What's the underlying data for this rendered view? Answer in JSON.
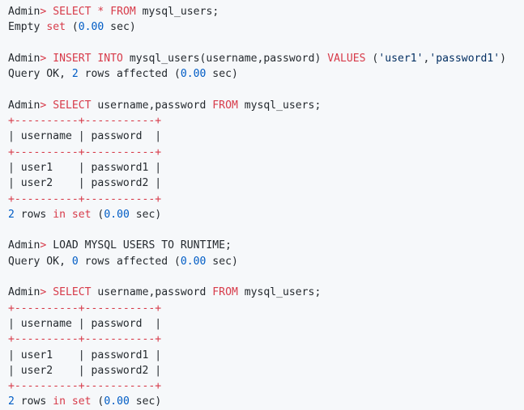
{
  "colors": {
    "background": "#f6f8fa",
    "text": "#24292e",
    "keyword": "#d73a49",
    "number": "#005cc5",
    "string": "#032f62"
  },
  "lines": [
    [
      {
        "t": "Admin"
      },
      {
        "t": ">",
        "k": "kw"
      },
      {
        "t": " "
      },
      {
        "t": "SELECT",
        "k": "kw"
      },
      {
        "t": " "
      },
      {
        "t": "*",
        "k": "kw"
      },
      {
        "t": " "
      },
      {
        "t": "FROM",
        "k": "kw"
      },
      {
        "t": " mysql_users;"
      }
    ],
    [
      {
        "t": "Empty "
      },
      {
        "t": "set",
        "k": "kw"
      },
      {
        "t": " ("
      },
      {
        "t": "0.00",
        "k": "num"
      },
      {
        "t": " sec)"
      }
    ],
    [],
    [
      {
        "t": "Admin"
      },
      {
        "t": ">",
        "k": "kw"
      },
      {
        "t": " "
      },
      {
        "t": "INSERT",
        "k": "kw"
      },
      {
        "t": " "
      },
      {
        "t": "INTO",
        "k": "kw"
      },
      {
        "t": " mysql_users(username,password) "
      },
      {
        "t": "VALUES",
        "k": "kw"
      },
      {
        "t": " ("
      },
      {
        "t": "'user1'",
        "k": "str"
      },
      {
        "t": ","
      },
      {
        "t": "'password1'",
        "k": "str"
      },
      {
        "t": ")"
      }
    ],
    [
      {
        "t": "Query OK, "
      },
      {
        "t": "2",
        "k": "num"
      },
      {
        "t": " rows affected ("
      },
      {
        "t": "0.00",
        "k": "num"
      },
      {
        "t": " sec)"
      }
    ],
    [],
    [
      {
        "t": "Admin"
      },
      {
        "t": ">",
        "k": "kw"
      },
      {
        "t": " "
      },
      {
        "t": "SELECT",
        "k": "kw"
      },
      {
        "t": " username,password "
      },
      {
        "t": "FROM",
        "k": "kw"
      },
      {
        "t": " mysql_users;"
      }
    ],
    [
      {
        "t": "+----------+-----------+",
        "k": "sep"
      }
    ],
    [
      {
        "t": "| username | password  |"
      }
    ],
    [
      {
        "t": "+----------+-----------+",
        "k": "sep"
      }
    ],
    [
      {
        "t": "| user1    | password1 |"
      }
    ],
    [
      {
        "t": "| user2    | password2 |"
      }
    ],
    [
      {
        "t": "+----------+-----------+",
        "k": "sep"
      }
    ],
    [
      {
        "t": "2",
        "k": "num"
      },
      {
        "t": " rows "
      },
      {
        "t": "in",
        "k": "kw"
      },
      {
        "t": " "
      },
      {
        "t": "set",
        "k": "kw"
      },
      {
        "t": " ("
      },
      {
        "t": "0.00",
        "k": "num"
      },
      {
        "t": " sec)"
      }
    ],
    [],
    [
      {
        "t": "Admin"
      },
      {
        "t": ">",
        "k": "kw"
      },
      {
        "t": " LOAD MYSQL USERS TO RUNTIME;"
      }
    ],
    [
      {
        "t": "Query OK, "
      },
      {
        "t": "0",
        "k": "num"
      },
      {
        "t": " rows affected ("
      },
      {
        "t": "0.00",
        "k": "num"
      },
      {
        "t": " sec)"
      }
    ],
    [],
    [
      {
        "t": "Admin"
      },
      {
        "t": ">",
        "k": "kw"
      },
      {
        "t": " "
      },
      {
        "t": "SELECT",
        "k": "kw"
      },
      {
        "t": " username,password "
      },
      {
        "t": "FROM",
        "k": "kw"
      },
      {
        "t": " mysql_users;"
      }
    ],
    [
      {
        "t": "+----------+-----------+",
        "k": "sep"
      }
    ],
    [
      {
        "t": "| username | password  |"
      }
    ],
    [
      {
        "t": "+----------+-----------+",
        "k": "sep"
      }
    ],
    [
      {
        "t": "| user1    | password1 |"
      }
    ],
    [
      {
        "t": "| user2    | password2 |"
      }
    ],
    [
      {
        "t": "+----------+-----------+",
        "k": "sep"
      }
    ],
    [
      {
        "t": "2",
        "k": "num"
      },
      {
        "t": " rows "
      },
      {
        "t": "in",
        "k": "kw"
      },
      {
        "t": " "
      },
      {
        "t": "set",
        "k": "kw"
      },
      {
        "t": " ("
      },
      {
        "t": "0.00",
        "k": "num"
      },
      {
        "t": " sec)"
      }
    ]
  ]
}
